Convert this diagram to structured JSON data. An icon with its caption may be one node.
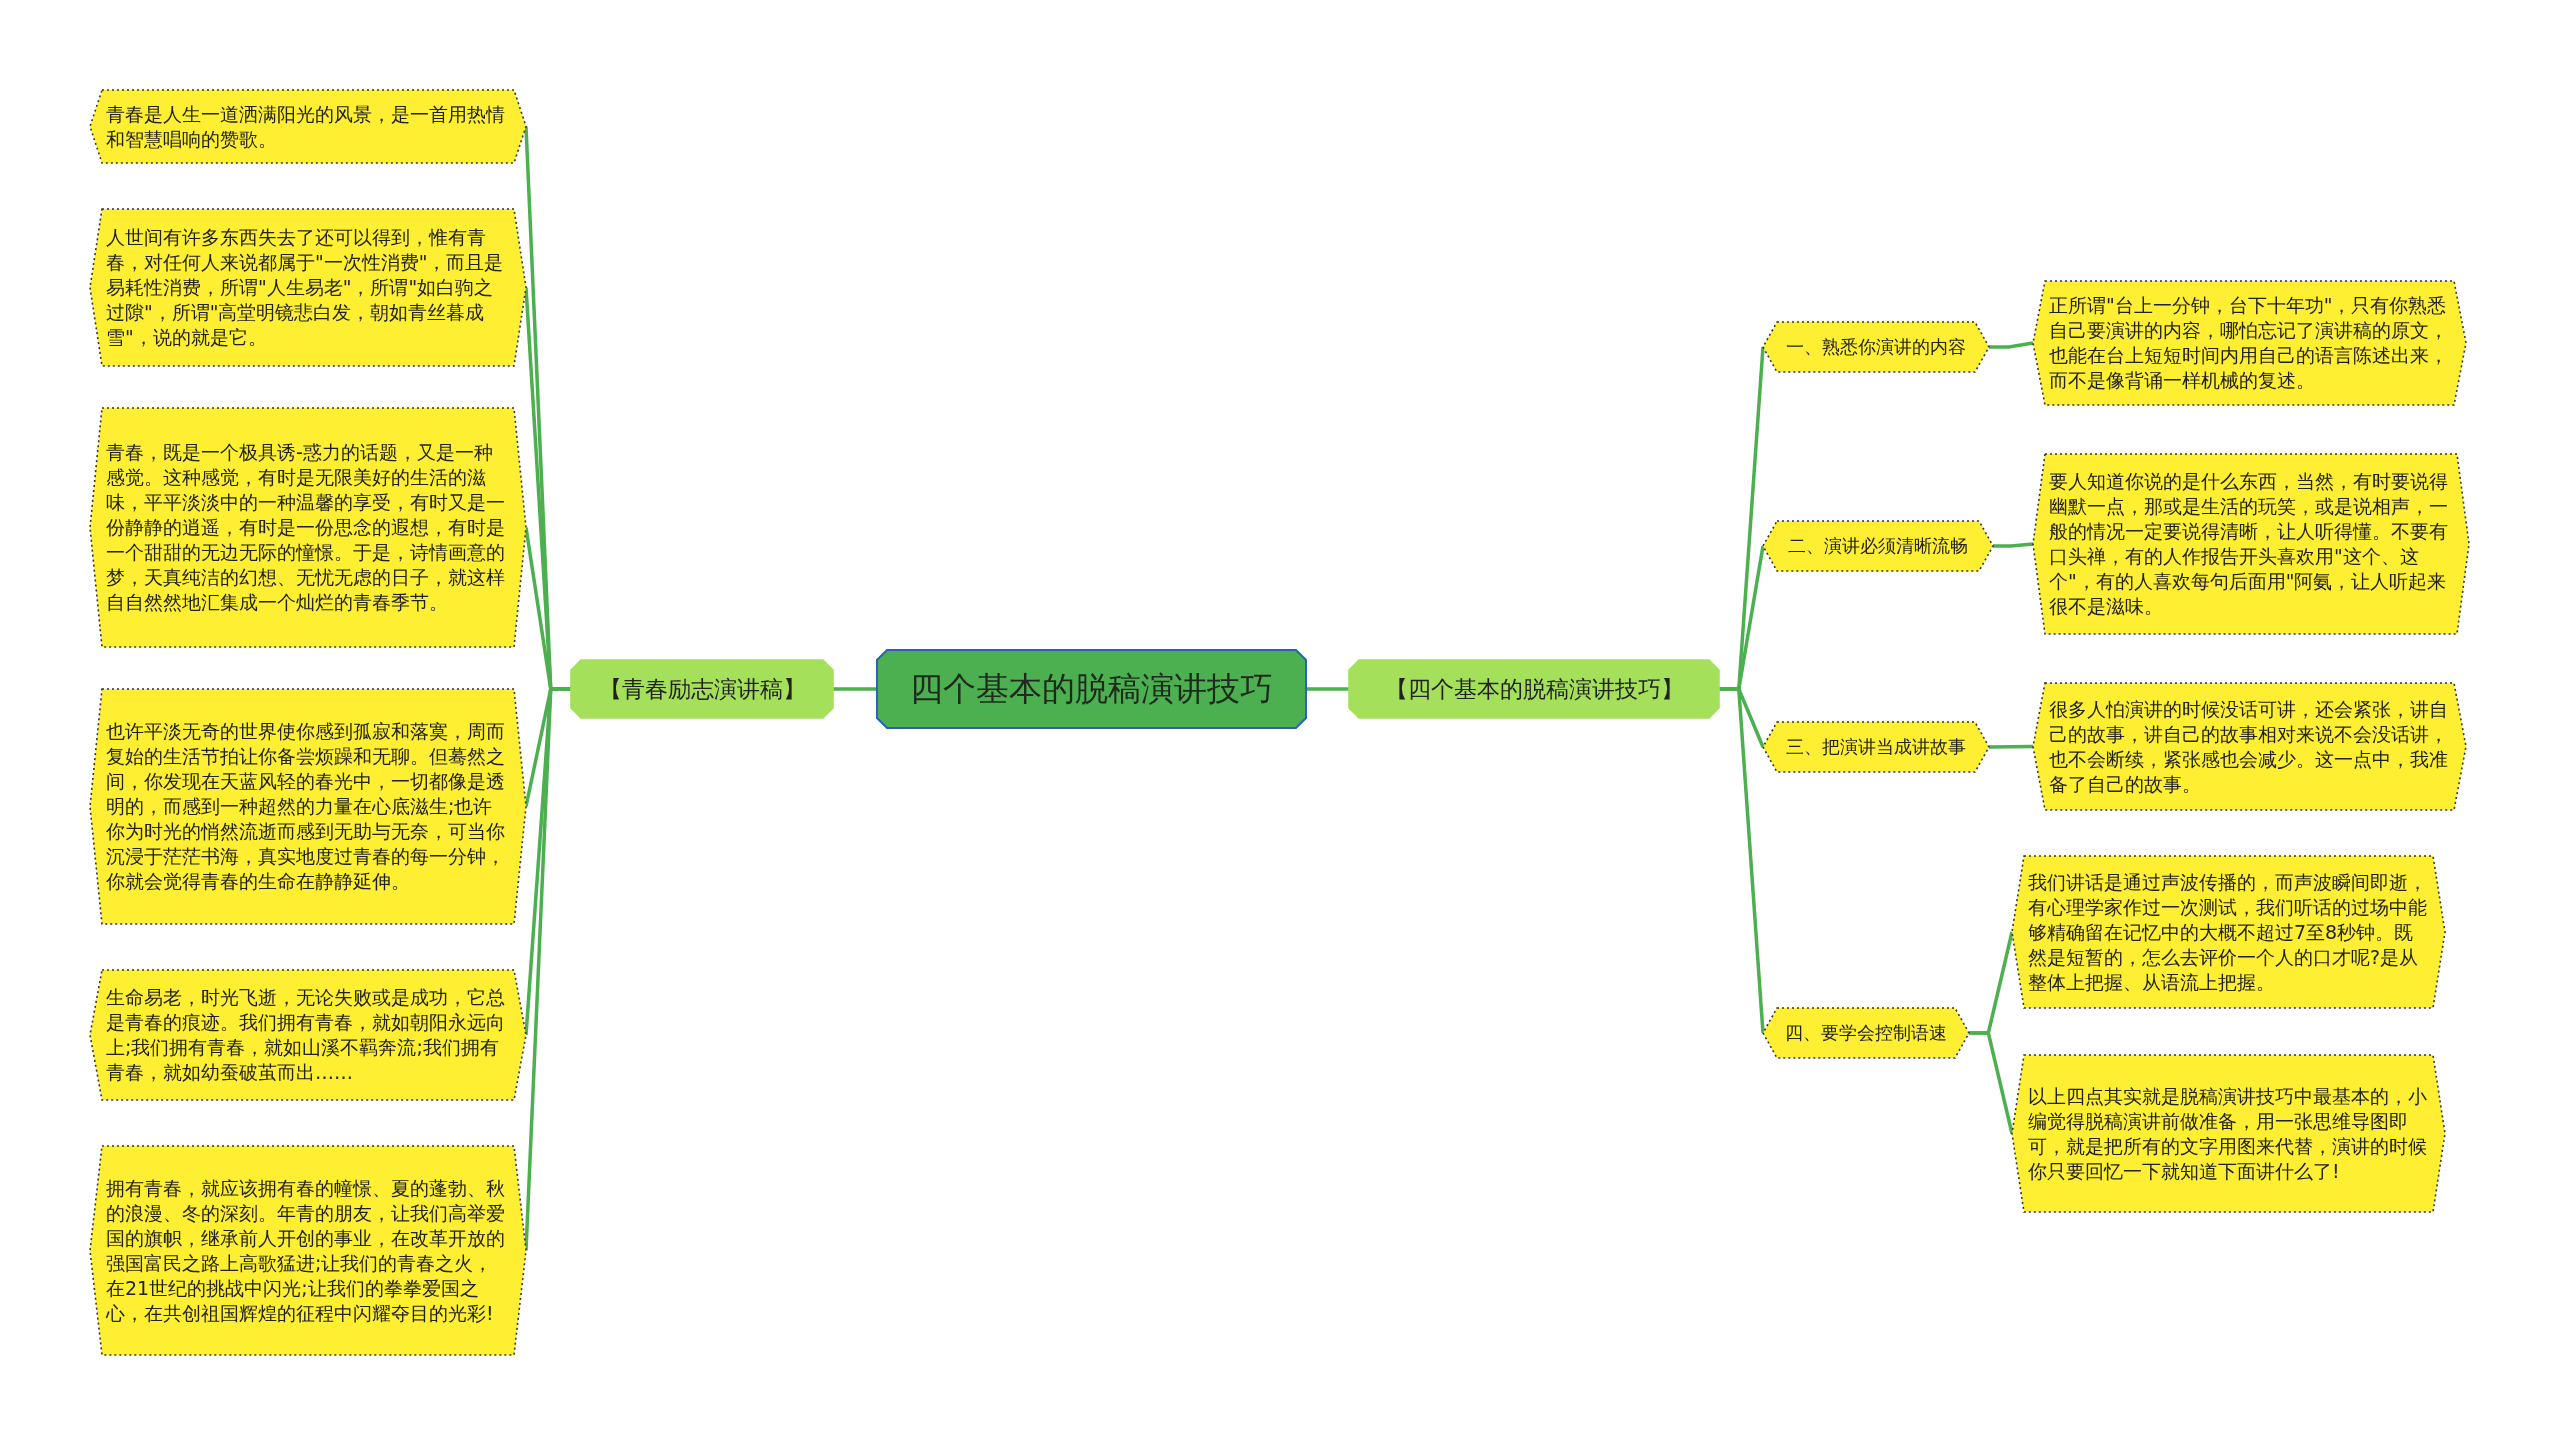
{
  "diagram": {
    "nodes": [
      {
        "text": [
          "四个基本的脱稿演讲技巧"
        ]
      },
      {
        "text": [
          "【青春励志演讲稿】"
        ]
      },
      {
        "text": [
          "青春是人生一道洒满阳光的风景，是一首用热情和智慧唱响的赞歌。"
        ]
      },
      {
        "text": [
          "人世间有许多东西失去了还可以得到，惟有青春，对任何人来说都属于\"一次性消费\"，而且是易耗性消费，所谓\"人生易老\"，所谓\"如白驹之过隙\"，所谓\"高堂明镜悲白发，朝如青丝暮成雪\"，说的就是它。"
        ]
      },
      {
        "text": [
          "青春，既是一个极具诱-惑力的话题，又是一种感觉。这种感觉，有时是无限美好的生活的滋味，平平淡淡中的一种温馨的享受，有时又是一份静静的逍遥，有时是一份思念的遐想，有时是一个甜甜的无边无际的憧憬。于是，诗情画意的梦，天真纯洁的幻想、无忧无虑的日子，就这样自自然然地汇集成一个灿烂的青春季节。"
        ]
      },
      {
        "text": [
          "也许平淡无奇的世界使你感到孤寂和落寞，周而复始的生活节拍让你备尝烦躁和无聊。但蓦然之间，你发现在天蓝风轻的春光中，一切都像是透明的，而感到一种超然的力量在心底滋生;也许你为时光的悄然流逝而感到无助与无奈，可当你沉浸于茫茫书海，真实地度过青春的每一分钟，你就会觉得青春的生命在静静延伸。"
        ]
      },
      {
        "text": [
          "生命易老，时光飞逝，无论失败或是成功，它总是青春的痕迹。我们拥有青春，就如朝阳永远向上;我们拥有青春，就如山溪不羁奔流;我们拥有青春，就如幼蚕破茧而出……"
        ]
      },
      {
        "text": [
          "拥有青春，就应该拥有春的幢憬、夏的蓬勃、秋的浪漫、冬的深刻。年青的朋友，让我们高举爱国的旗帜，继承前人开创的事业，在改革开放的强国富民之路上高歌猛进;让我们的青春之火，在21世纪的挑战中闪光;让我们的拳拳爱国之心，在共创祖国辉煌的征程中闪耀夺目的光彩!"
        ]
      },
      {
        "text": [
          "【四个基本的脱稿演讲技巧】"
        ]
      },
      {
        "text": [
          "一、熟悉你演讲的内容"
        ]
      },
      {
        "text": [
          "正所谓\"台上一分钟，台下十年功\"，只有你熟悉自己要演讲的内容，哪怕忘记了演讲稿的原文，也能在台上短短时间内用自己的语言陈述出来，而不是像背诵一样机械的复述。"
        ]
      },
      {
        "text": [
          "二、演讲必须清晰流畅"
        ]
      },
      {
        "text": [
          "要人知道你说的是什么东西，当然，有时要说得幽默一点，那或是生活的玩笑，或是说相声，一般的情况一定要说得清晰，让人听得懂。不要有口头禅，有的人作报告开头喜欢用\"这个、这个\"，有的人喜欢每句后面用\"阿氨，让人听起来很不是滋味。"
        ]
      },
      {
        "text": [
          "三、把演讲当成讲故事"
        ]
      },
      {
        "text": [
          "很多人怕演讲的时候没话可讲，还会紧张，讲自己的故事，讲自己的故事相对来说不会没话讲，也不会断续，紧张感也会减少。这一点中，我准备了自己的故事。"
        ]
      },
      {
        "text": [
          "四、要学会控制语速"
        ]
      },
      {
        "text": [
          "我们讲话是通过声波传播的，而声波瞬间即逝，有心理学家作过一次测试，我们听话的过场中能够精确留在记忆中的大概不超过7至8秒钟。既然是短暂的，怎么去评价一个人的口才呢?是从整体上把握、从语流上把握。"
        ]
      },
      {
        "text": [
          "以上四点其实就是脱稿演讲技巧中最基本的，小编觉得脱稿演讲前做准备，用一张思维导图即可，就是把所有的文字用图来代替，演讲的时候你只要回忆一下就知道下面讲什么了!"
        ]
      }
    ],
    "edges": [
      {
        "from": 0,
        "to": 1,
        "arrow": "none"
      },
      {
        "from": 1,
        "to": 2,
        "arrow": "none"
      },
      {
        "from": 1,
        "to": 3,
        "arrow": "none"
      },
      {
        "from": 1,
        "to": 4,
        "arrow": "none"
      },
      {
        "from": 1,
        "to": 5,
        "arrow": "none"
      },
      {
        "from": 1,
        "to": 6,
        "arrow": "none"
      },
      {
        "from": 1,
        "to": 7,
        "arrow": "none"
      },
      {
        "from": 0,
        "to": 8,
        "arrow": "none"
      },
      {
        "from": 8,
        "to": 9,
        "arrow": "none"
      },
      {
        "from": 9,
        "to": 10,
        "arrow": "none"
      },
      {
        "from": 8,
        "to": 11,
        "arrow": "none"
      },
      {
        "from": 11,
        "to": 12,
        "arrow": "none"
      },
      {
        "from": 8,
        "to": 13,
        "arrow": "none"
      },
      {
        "from": 13,
        "to": 14,
        "arrow": "none"
      },
      {
        "from": 8,
        "to": 15,
        "arrow": "none"
      },
      {
        "from": 15,
        "to": 16,
        "arrow": "none"
      },
      {
        "from": 15,
        "to": 17,
        "arrow": "none"
      }
    ]
  }
}
